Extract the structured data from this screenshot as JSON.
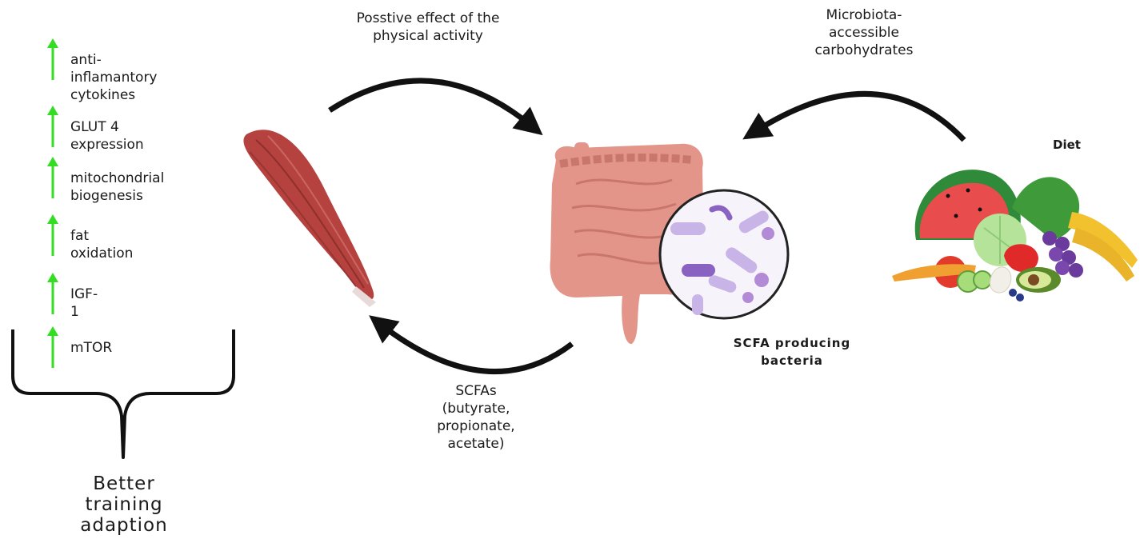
{
  "effects": [
    {
      "label": "anti-inflamantory\ncytokines"
    },
    {
      "label": "GLUT 4 expression"
    },
    {
      "label": "mitochondrial\nbiogenesis"
    },
    {
      "label": "fat oxidation"
    },
    {
      "label": "IGF-1"
    },
    {
      "label": "mTOR"
    }
  ],
  "outcome": "Better\ntraining\nadaption",
  "labels": {
    "physical_activity": "Posstive effect of the\nphysical activity",
    "carbohydrates": "Microbiota-\naccessible\ncarbohydrates",
    "diet": "Diet",
    "bacteria": "SCFA producing\nbacteria",
    "scfas": "SCFAs\n(butyrate,\npropionate,\nacetate)"
  },
  "colors": {
    "up_arrow": "#33dd22",
    "muscle": "#b5423f",
    "gut": "#e3958a",
    "bacteria": "#b28ad6",
    "cycle_arrow": "#111111"
  },
  "icons": [
    "up-arrow-icon",
    "muscle-icon",
    "intestine-icon",
    "bacteria-circle-icon",
    "food-icon"
  ]
}
